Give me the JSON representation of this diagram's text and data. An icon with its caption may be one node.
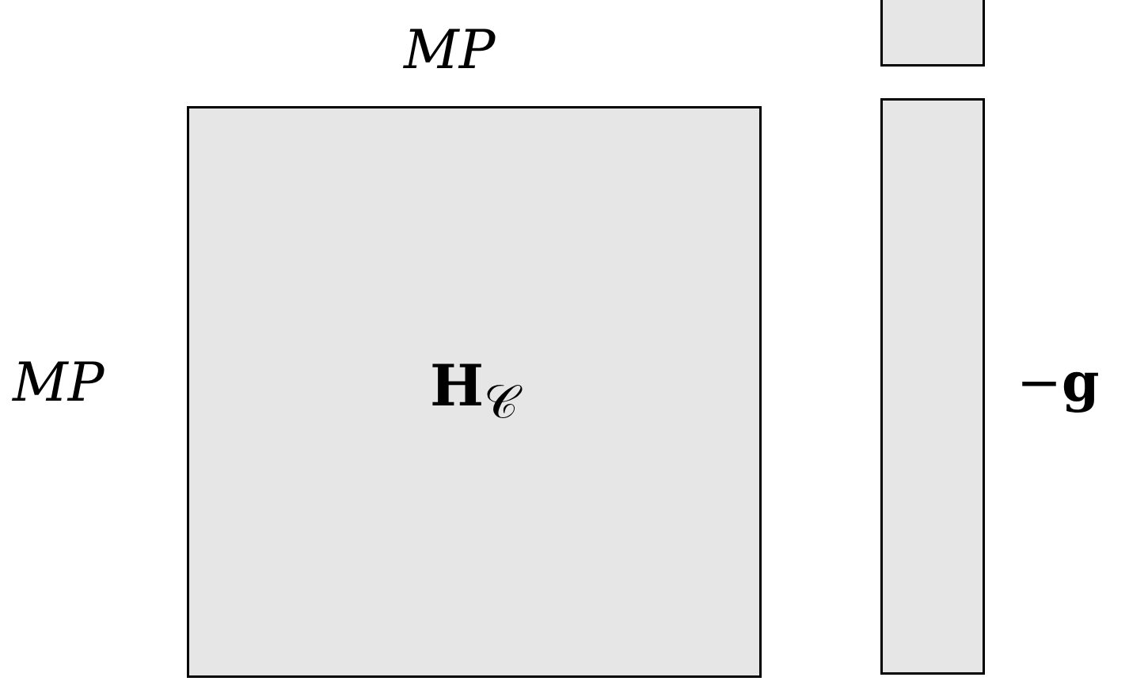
{
  "diagram": {
    "nodes": [
      {
        "text": [
          "**H**$_{𝒞}$"
        ],
        "beside": [
          "MP",
          "MP"
        ]
      },
      {
        "text": [],
        "shape": "box"
      },
      {
        "text": [],
        "shape": "box",
        "beside": [
          "−**g**"
        ]
      }
    ]
  }
}
